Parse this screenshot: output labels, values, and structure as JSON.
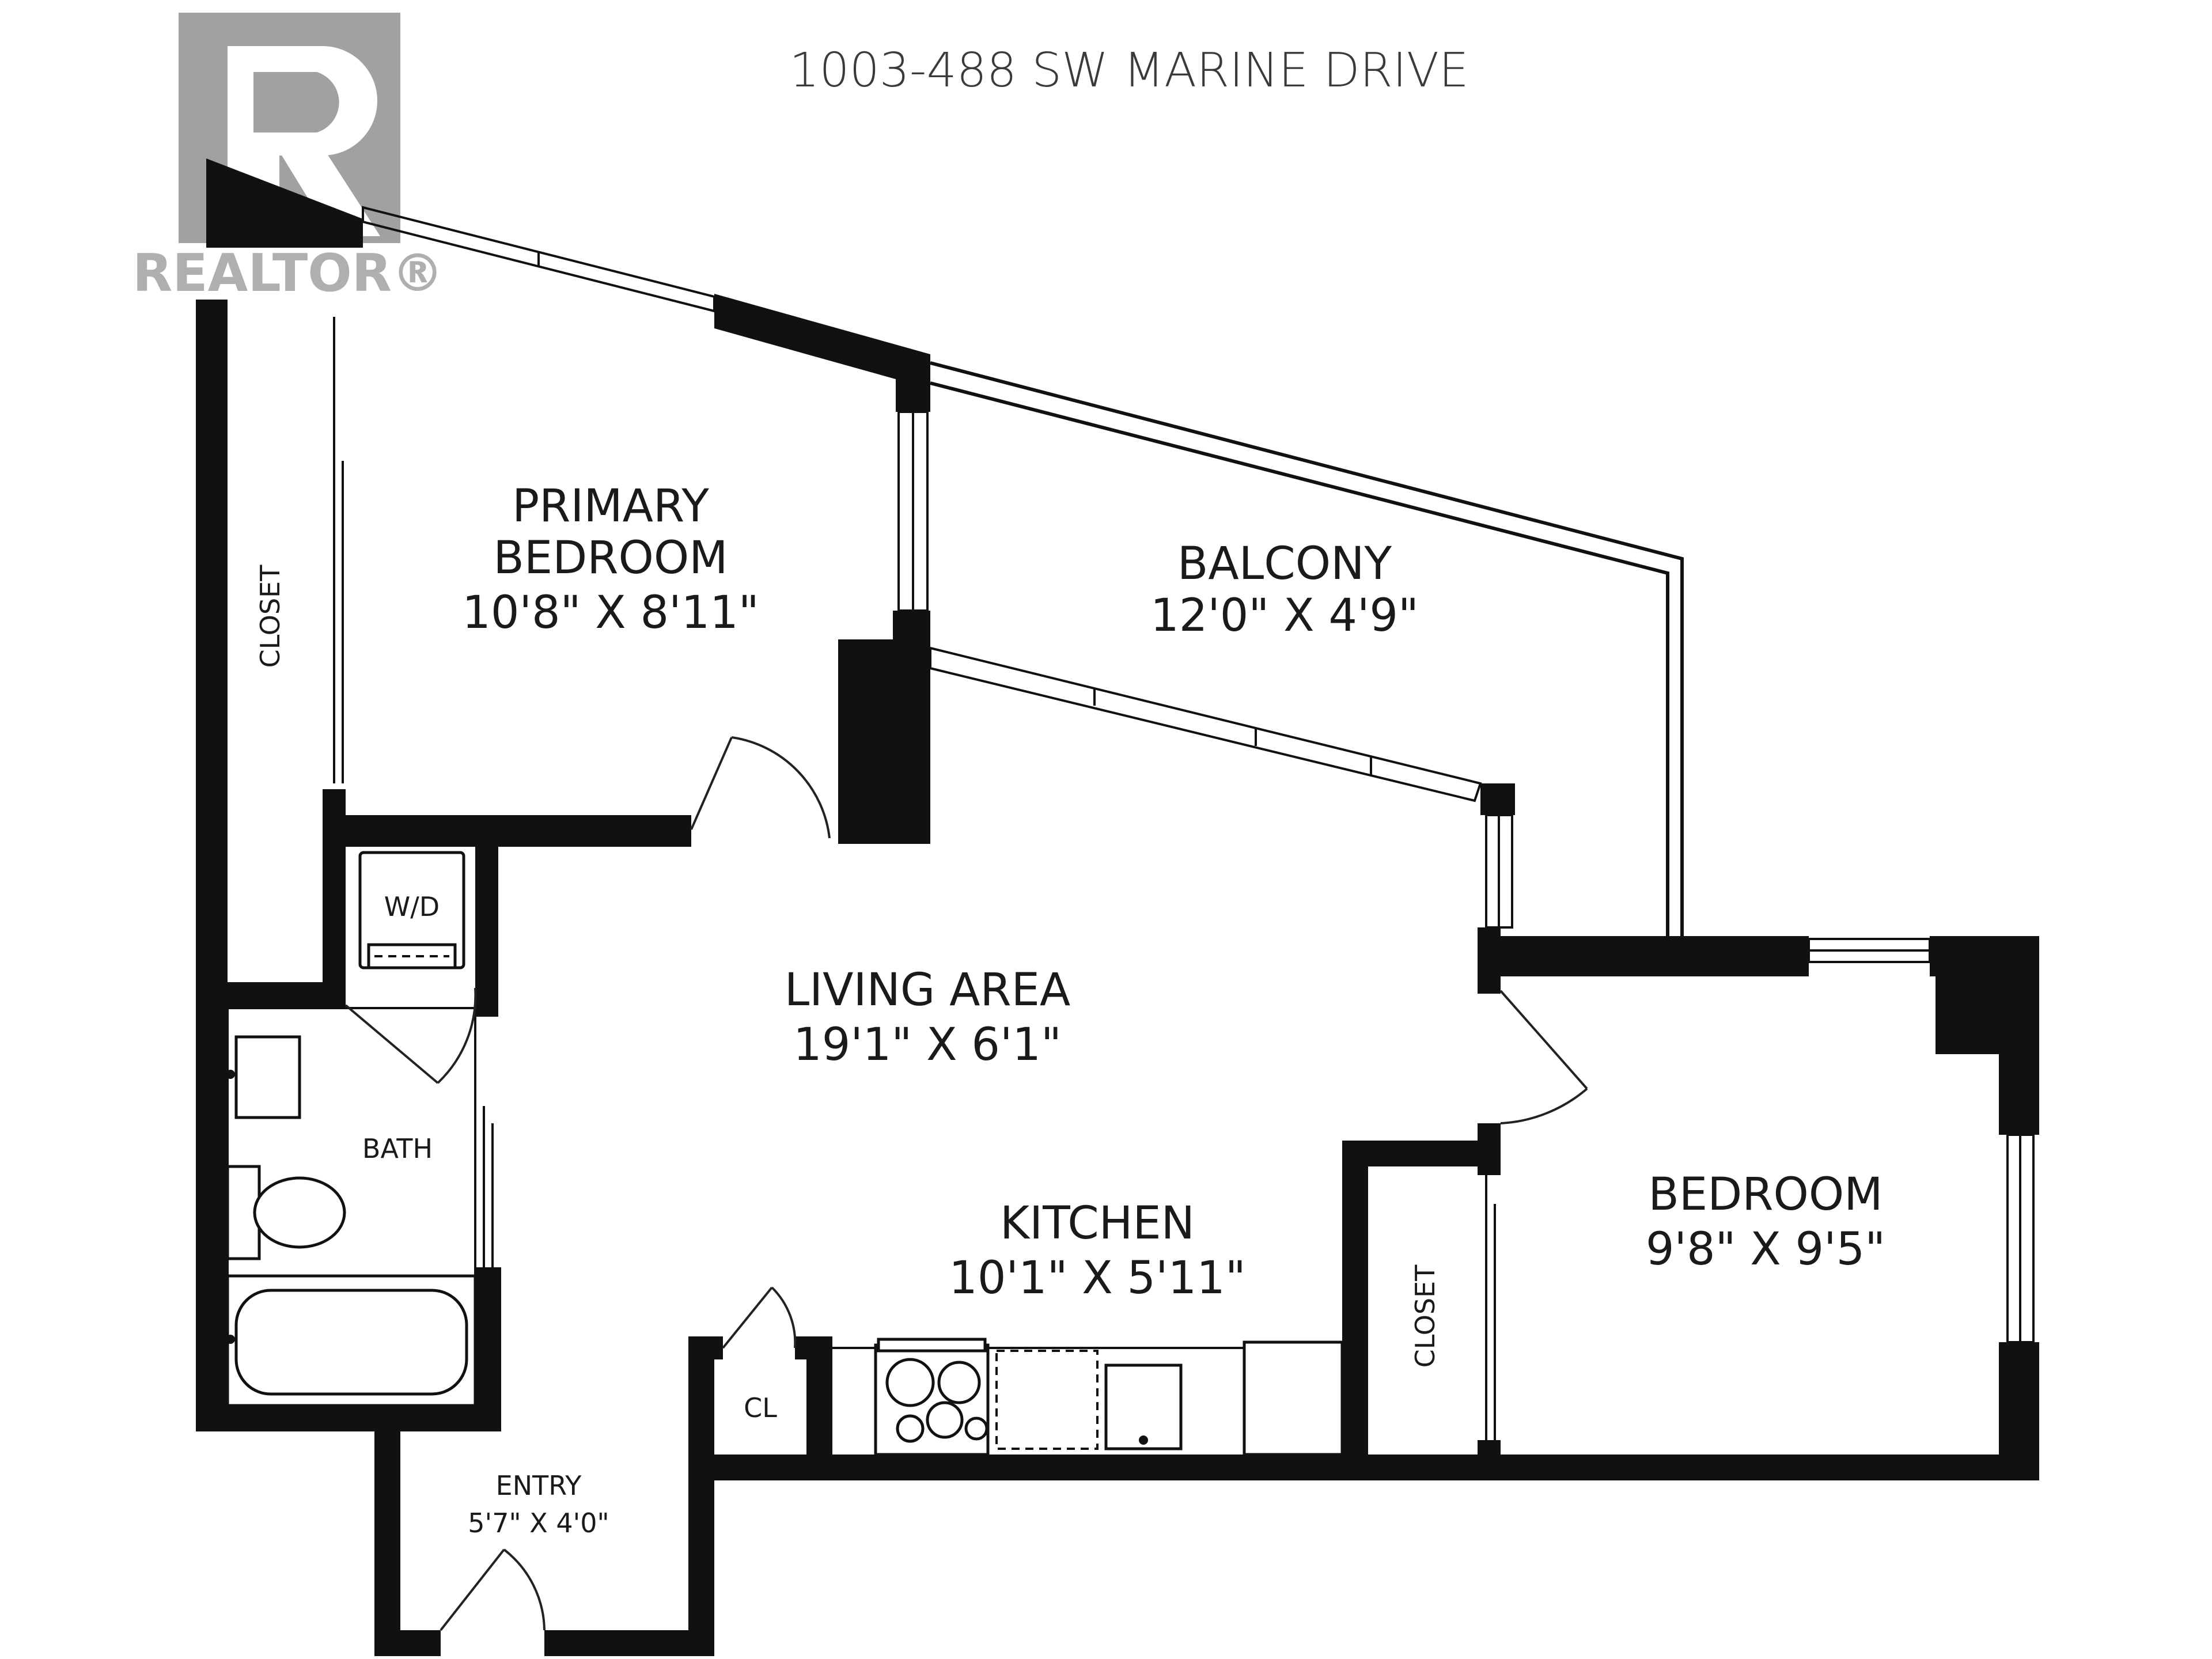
{
  "title": "1003-488 SW MARINE DRIVE",
  "watermark": {
    "text": "REALTOR®",
    "color": "#8a8a8a"
  },
  "rooms": {
    "primary_bedroom": {
      "name_line1": "PRIMARY",
      "name_line2": "BEDROOM",
      "size": "10'8\" X 8'11\""
    },
    "balcony": {
      "name": "BALCONY",
      "size": "12'0\" X 4'9\""
    },
    "living_area": {
      "name": "LIVING AREA",
      "size": "19'1\" X 6'1\""
    },
    "kitchen": {
      "name": "KITCHEN",
      "size": "10'1\" X 5'11\""
    },
    "bedroom": {
      "name": "BEDROOM",
      "size": "9'8\" X 9'5\""
    },
    "entry": {
      "name": "ENTRY",
      "size": "5'7\" X 4'0\""
    },
    "bath": {
      "name": "BATH"
    },
    "closet_left": {
      "name": "CLOSET"
    },
    "closet_right": {
      "name": "CLOSET"
    },
    "wd": {
      "name": "W/D"
    },
    "cl": {
      "name": "CL"
    }
  },
  "colors": {
    "wall": "#111111",
    "background": "#ffffff"
  }
}
